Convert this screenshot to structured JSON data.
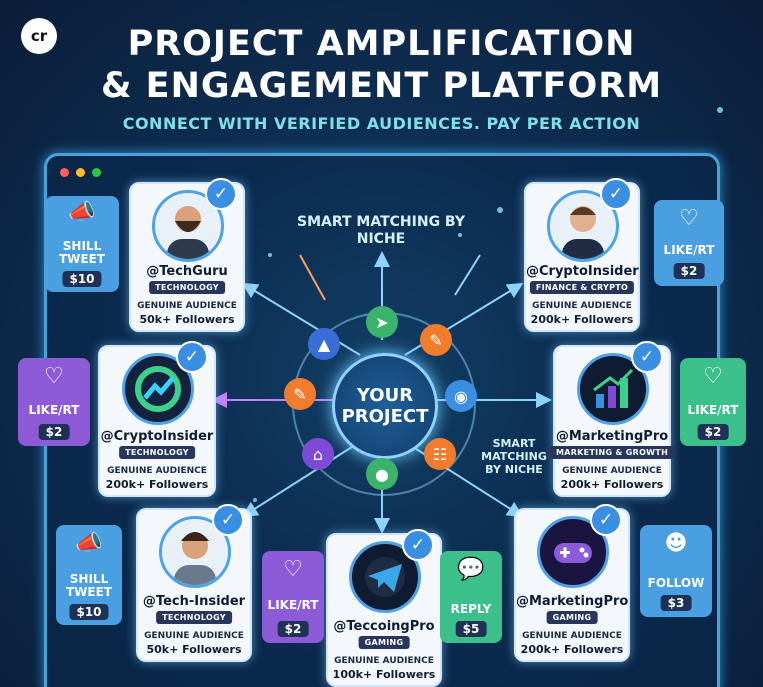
{
  "logo": "cr",
  "title_line1": "PROJECT AMPLIFICATION",
  "title_line2": "& ENGAGEMENT PLATFORM",
  "subtitle": "CONNECT WITH VERIFIED AUDIENCES. PAY PER ACTION",
  "center_label": "YOUR PROJECT",
  "smart_top": "SMART MATCHING BY NICHE",
  "smart_side": "SMART MATCHING BY NICHE",
  "colors": {
    "accent": "#4aa3d8",
    "card_tag": "#27365a",
    "blue_action": "#4a9fe0",
    "purple_action": "#8e5bd8",
    "green_action": "#3bc08c"
  },
  "influencers": [
    {
      "handle": "@TechGuru",
      "niche": "TECHNOLOGY",
      "audience": "GENUINE AUDIENCE",
      "followers": "50k+ Followers",
      "avatar": "bearded-man"
    },
    {
      "handle": "@CryptoInsider",
      "niche": "FINANCE & CRYPTO",
      "audience": "GENUINE AUDIENCE",
      "followers": "200k+ Followers",
      "avatar": "suit-man"
    },
    {
      "handle": "@CryptoInsider",
      "niche": "TECHNOLOGY",
      "audience": "GENUINE AUDIENCE",
      "followers": "200k+ Followers",
      "avatar": "crypto-logo"
    },
    {
      "handle": "@MarketingPro",
      "niche": "MARKETING & GROWTH",
      "audience": "GENUINE AUDIENCE",
      "followers": "200k+ Followers",
      "avatar": "bar-chart-logo"
    },
    {
      "handle": "@Tech-Insider",
      "niche": "TECHNOLOGY",
      "audience": "GENUINE AUDIENCE",
      "followers": "50k+ Followers",
      "avatar": "young-man"
    },
    {
      "handle": "@TeccoingPro",
      "niche": "GAMING",
      "audience": "GENUINE AUDIENCE",
      "followers": "100k+ Followers",
      "avatar": "telegram-logo"
    },
    {
      "handle": "@MarketingPro",
      "niche": "GAMING",
      "audience": "GENUINE AUDIENCE",
      "followers": "200k+ Followers",
      "avatar": "gamepad-logo"
    }
  ],
  "actions": [
    {
      "label": "SHILL TWEET",
      "price": "$10",
      "icon": "megaphone-icon"
    },
    {
      "label": "LIKE/RT",
      "price": "$2",
      "icon": "heart-retweet-icon"
    },
    {
      "label": "LIKE/RT",
      "price": "$2",
      "icon": "heart-retweet-icon"
    },
    {
      "label": "LIKE/RT",
      "price": "$2",
      "icon": "heart-retweet-icon"
    },
    {
      "label": "SHILL TWEET",
      "price": "$10",
      "icon": "megaphone-icon"
    },
    {
      "label": "LIKE/RT",
      "price": "$2",
      "icon": "heart-retweet-icon"
    },
    {
      "label": "REPLY",
      "price": "$5",
      "icon": "chat-bubble-icon"
    },
    {
      "label": "FOLLOW",
      "price": "$3",
      "icon": "add-user-icon"
    }
  ]
}
